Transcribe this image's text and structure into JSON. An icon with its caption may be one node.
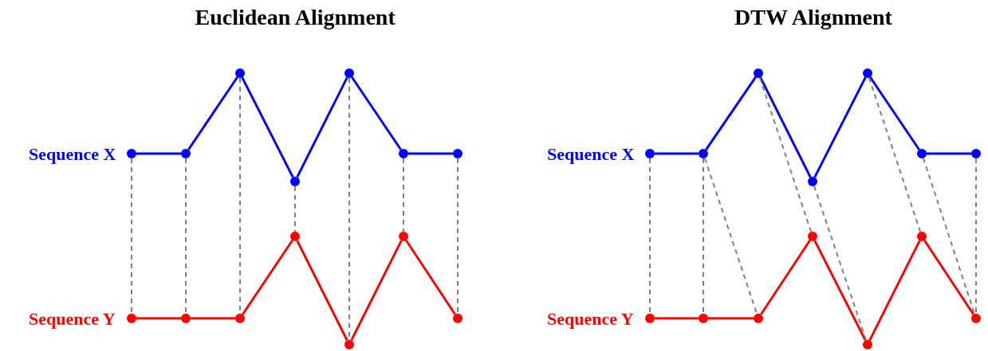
{
  "diagram": {
    "nodes": [
      {
        "text": [],
        "shape": "circle"
      },
      {
        "text": [],
        "shape": "circle"
      },
      {
        "text": [],
        "shape": "circle"
      },
      {
        "text": [],
        "shape": "circle"
      },
      {
        "text": [],
        "shape": "circle"
      },
      {
        "text": [],
        "shape": "circle"
      },
      {
        "text": [],
        "shape": "circle"
      },
      {
        "text": [],
        "shape": "circle"
      },
      {
        "text": [],
        "shape": "circle"
      },
      {
        "text": [],
        "shape": "circle"
      },
      {
        "text": [],
        "shape": "circle"
      },
      {
        "text": [],
        "shape": "circle"
      },
      {
        "text": [],
        "shape": "circle"
      },
      {
        "text": [],
        "shape": "circle"
      },
      {
        "text": [],
        "shape": "circle"
      },
      {
        "text": [],
        "shape": "circle"
      },
      {
        "text": [],
        "shape": "circle"
      },
      {
        "text": [],
        "shape": "circle"
      },
      {
        "text": [],
        "shape": "circle"
      },
      {
        "text": [],
        "shape": "circle"
      },
      {
        "text": [],
        "shape": "circle"
      },
      {
        "text": [],
        "shape": "circle"
      },
      {
        "text": [],
        "shape": "circle"
      },
      {
        "text": [],
        "shape": "circle"
      },
      {
        "text": [],
        "shape": "circle"
      },
      {
        "text": [],
        "shape": "circle"
      },
      {
        "text": [],
        "shape": "circle"
      },
      {
        "text": [],
        "shape": "circle"
      }
    ],
    "edges": [
      {
        "from": 0,
        "to": 1,
        "arrow": "none",
        "color": "#0000ff"
      },
      {
        "from": 1,
        "to": 2,
        "arrow": "none",
        "color": "#0000ff"
      },
      {
        "from": 2,
        "to": 3,
        "arrow": "none",
        "color": "#0000ff"
      },
      {
        "from": 3,
        "to": 4,
        "arrow": "none",
        "color": "#0000ff"
      },
      {
        "from": 4,
        "to": 5,
        "arrow": "none",
        "color": "#0000ff"
      },
      {
        "from": 5,
        "to": 6,
        "arrow": "none",
        "color": "#0000ff"
      },
      {
        "from": 7,
        "to": 8,
        "arrow": "none",
        "color": "#ff0000"
      },
      {
        "from": 8,
        "to": 9,
        "arrow": "none",
        "color": "#ff0000"
      },
      {
        "from": 9,
        "to": 10,
        "arrow": "none",
        "color": "#ff0000"
      },
      {
        "from": 10,
        "to": 11,
        "arrow": "none",
        "color": "#ff0000"
      },
      {
        "from": 11,
        "to": 12,
        "arrow": "none",
        "color": "#ff0000"
      },
      {
        "from": 12,
        "to": 13,
        "arrow": "none",
        "color": "#ff0000"
      },
      {
        "from": 0,
        "to": 7,
        "arrow": "none",
        "style": "dashed",
        "color": "#808080"
      },
      {
        "from": 1,
        "to": 8,
        "arrow": "none",
        "style": "dashed",
        "color": "#808080"
      },
      {
        "from": 2,
        "to": 9,
        "arrow": "none",
        "style": "dashed",
        "color": "#808080"
      },
      {
        "from": 3,
        "to": 10,
        "arrow": "none",
        "style": "dashed",
        "color": "#808080"
      },
      {
        "from": 4,
        "to": 11,
        "arrow": "none",
        "style": "dashed",
        "color": "#808080"
      },
      {
        "from": 5,
        "to": 12,
        "arrow": "none",
        "style": "dashed",
        "color": "#808080"
      },
      {
        "from": 6,
        "to": 13,
        "arrow": "none",
        "style": "dashed",
        "color": "#808080"
      },
      {
        "from": 14,
        "to": 15,
        "arrow": "none",
        "color": "#0000ff"
      },
      {
        "from": 15,
        "to": 16,
        "arrow": "none",
        "color": "#0000ff"
      },
      {
        "from": 16,
        "to": 17,
        "arrow": "none",
        "color": "#0000ff"
      },
      {
        "from": 17,
        "to": 18,
        "arrow": "none",
        "color": "#0000ff"
      },
      {
        "from": 18,
        "to": 19,
        "arrow": "none",
        "color": "#0000ff"
      },
      {
        "from": 19,
        "to": 20,
        "arrow": "none",
        "color": "#0000ff"
      },
      {
        "from": 21,
        "to": 22,
        "arrow": "none",
        "color": "#ff0000"
      },
      {
        "from": 22,
        "to": 23,
        "arrow": "none",
        "color": "#ff0000"
      },
      {
        "from": 23,
        "to": 24,
        "arrow": "none",
        "color": "#ff0000"
      },
      {
        "from": 24,
        "to": 25,
        "arrow": "none",
        "color": "#ff0000"
      },
      {
        "from": 25,
        "to": 26,
        "arrow": "none",
        "color": "#ff0000"
      },
      {
        "from": 26,
        "to": 27,
        "arrow": "none",
        "color": "#ff0000"
      },
      {
        "from": 14,
        "to": 21,
        "arrow": "none",
        "style": "dashed",
        "color": "#808080"
      },
      {
        "from": 15,
        "to": 22,
        "arrow": "none",
        "style": "dashed",
        "color": "#808080"
      },
      {
        "from": 15,
        "to": 23,
        "arrow": "none",
        "style": "dashed",
        "color": "#808080"
      },
      {
        "from": 16,
        "to": 24,
        "arrow": "none",
        "style": "dashed",
        "color": "#808080"
      },
      {
        "from": 17,
        "to": 25,
        "arrow": "none",
        "style": "dashed",
        "color": "#808080"
      },
      {
        "from": 18,
        "to": 26,
        "arrow": "none",
        "style": "dashed",
        "color": "#808080"
      },
      {
        "from": 19,
        "to": 27,
        "arrow": "none",
        "style": "dashed",
        "color": "#808080"
      },
      {
        "from": 20,
        "to": 27,
        "arrow": "none",
        "style": "dashed",
        "color": "#808080"
      }
    ],
    "labels": [
      "Euclidean Alignment",
      "DTW Alignment",
      "Sequence X",
      "Sequence X",
      "Sequence Y",
      "Sequence Y"
    ]
  }
}
